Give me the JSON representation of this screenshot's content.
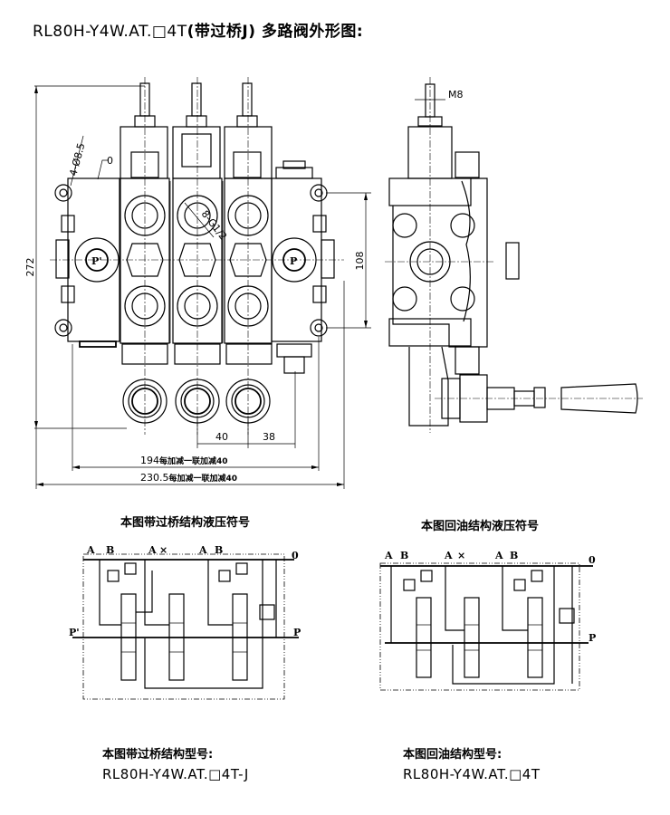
{
  "title": {
    "model": "RL80H-Y4W.AT.□4T",
    "suffix": "(带过桥J) 多路阀外形图:"
  },
  "front_view": {
    "dim_height": "272",
    "dim_mount": "108",
    "dim_hole": "4-Ø8.5",
    "dim_o_label": "0",
    "dim_port": "8-G1/2",
    "port_p_prime": "P'",
    "port_p": "P",
    "dim_40": "40",
    "dim_38": "38",
    "dim_width1_value": "194",
    "dim_width1_note": "每加减一联加减40",
    "dim_width2_value": "230.5",
    "dim_width2_note": "每加减一联加减40"
  },
  "side_view": {
    "dim_thread": "M8"
  },
  "schematic_bridge": {
    "caption": "本图带过桥结构液压符号",
    "labels": [
      "A",
      "B",
      "A",
      "×",
      "A",
      "B"
    ],
    "port_o": "0",
    "port_p_prime": "P'",
    "port_p": "P"
  },
  "schematic_return": {
    "caption": "本图回油结构液压符号",
    "labels": [
      "A",
      "B",
      "A",
      "×",
      "A",
      "B"
    ],
    "port_o": "0",
    "port_p": "P"
  },
  "model_bridge": {
    "label": "本图带过桥结构型号:",
    "value": "RL80H-Y4W.AT.□4T-J"
  },
  "model_return": {
    "label": "本图回油结构型号:",
    "value": "RL80H-Y4W.AT.□4T"
  }
}
